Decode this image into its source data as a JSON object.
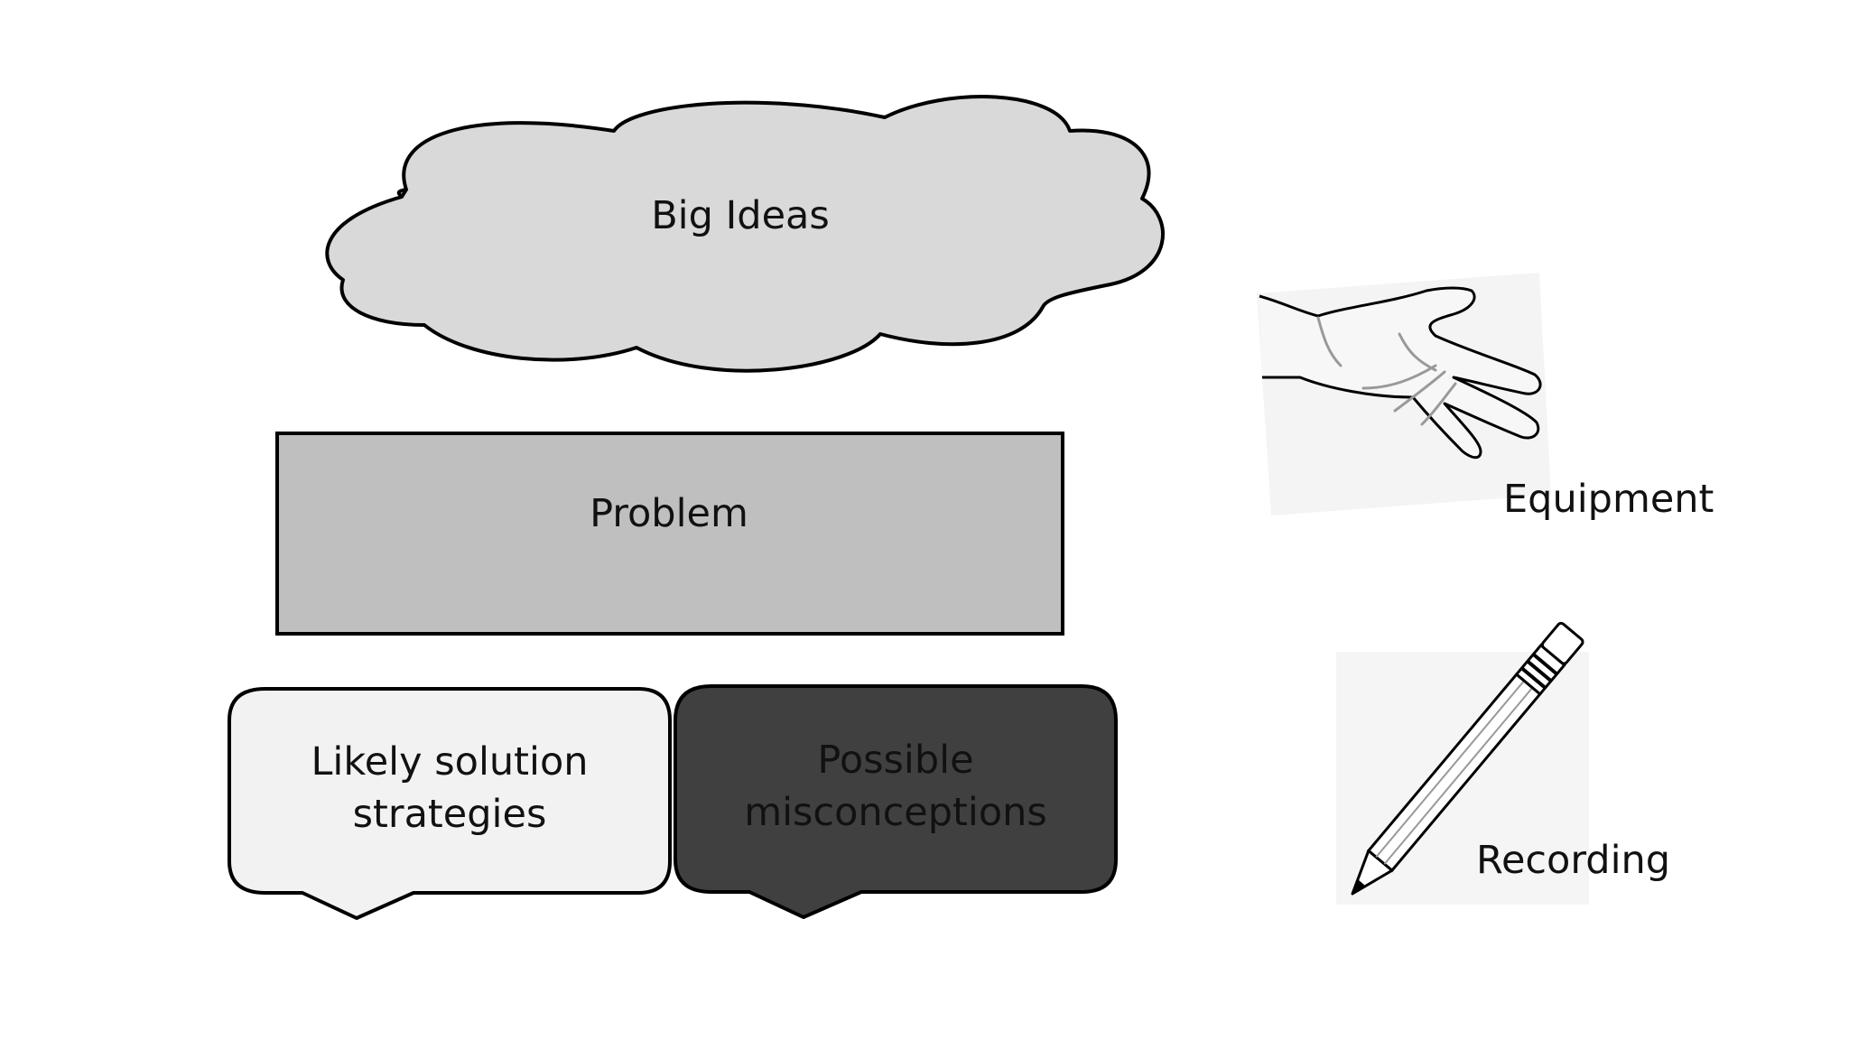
{
  "diagram": {
    "big_ideas": {
      "label": "Big Ideas",
      "fill": "#d9d9d9"
    },
    "problem": {
      "label": "Problem",
      "fill": "#bfbfbf"
    },
    "strategies": {
      "line1": "Likely solution",
      "line2": "strategies",
      "fill": "#f2f2f2"
    },
    "misconceptions": {
      "line1": "Possible",
      "line2": "misconceptions",
      "fill": "#404040"
    },
    "equipment": {
      "label": "Equipment",
      "icon": "hand-icon"
    },
    "recording": {
      "label": "Recording",
      "icon": "pencil-icon"
    }
  }
}
